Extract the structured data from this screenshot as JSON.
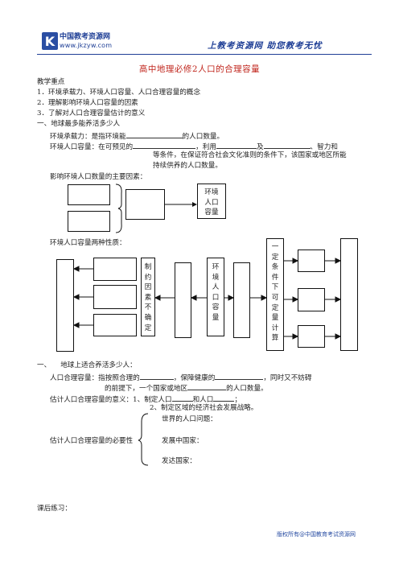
{
  "header": {
    "site_name": "中国教考资源网",
    "site_url": "www.jkzyw.com",
    "slogan": "上教考资源网  助您教考无忧",
    "logo_letter": "K",
    "logo_icon": "jkzyw-logo-icon"
  },
  "title": "高中地理必修2人口的合理容量",
  "focus": {
    "heading": "教学重点",
    "items": [
      "1．环境承载力、环境人口容量、人口合理容量的概念",
      "2．理解影响环境人口容量的因素",
      "3．了解对人口合理容量估计的意义"
    ]
  },
  "section1": {
    "heading": "一、地球最多能养活多少人",
    "carrying_capacity_prefix": "环境承载力：是指环境能",
    "carrying_capacity_suffix": "的人口数量。",
    "env_capacity_prefix": "环境人口容量：在可预见的",
    "env_capacity_mid1": "，利用",
    "env_capacity_mid2": "及",
    "env_capacity_mid3": "、智力和",
    "env_capacity_line2": "等条件，在保证符合社会文化准则的条件下，该国家或地区所能",
    "env_capacity_line3": "持续供养的人口数量。",
    "factors_label": "影响环境人口数量的主要因素：",
    "factors_result": [
      "环境",
      "人口",
      "容量"
    ],
    "properties_label": "环境人口容量两种性质：",
    "prop_left_text": "制约因素不确定",
    "prop_mid_text": "环境人口容量",
    "prop_right_text": "一定条件下可定量计算"
  },
  "section2": {
    "heading_num": "一、",
    "heading_text": "地球上适合养活多少人：",
    "reasonable_prefix": "人口合理容量：指按照合理的",
    "reasonable_mid1": "，保障健康的",
    "reasonable_mid2": "，同时又不妨碍",
    "reasonable_line2_prefix": "的前提下，一个国家或地区",
    "reasonable_line2_suffix": "的人口数量。",
    "significance_label": "估计人口合理容量的意义：",
    "significance_item1_prefix": "1、制定人口",
    "significance_item1_mid": "和人口",
    "significance_item1_suffix": "；",
    "significance_item2": "2、制定区域的经济社会发展战略。",
    "necessity_label": "估计人口合理容量的必要性",
    "necessity_items": [
      "世界的人口问题：",
      "发展中国家：",
      "发达国家："
    ]
  },
  "exercise_label": "课后练习：",
  "footer": "版权所有@中国教育考试资源网"
}
